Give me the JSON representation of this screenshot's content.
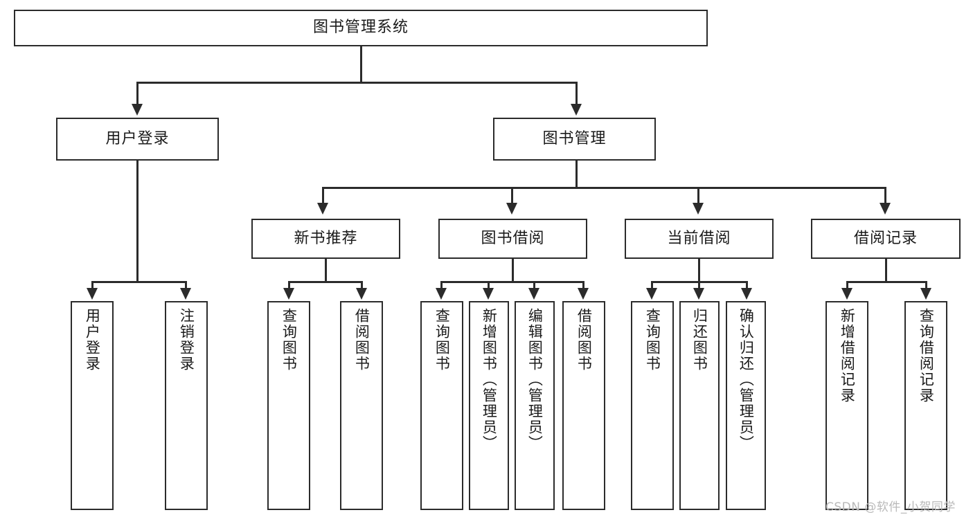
{
  "diagram": {
    "type": "tree-hierarchy",
    "title": "图书管理系统",
    "watermark": "CSDN @软件_小贺同学",
    "colors": {
      "stroke": "#2b2b2b",
      "fill": "#ffffff",
      "text": "#1a1a1a",
      "watermark": "#b9b9b9"
    },
    "root": {
      "label": "图书管理系统"
    },
    "level1": [
      {
        "id": "user-login",
        "label": "用户登录"
      },
      {
        "id": "book-management",
        "label": "图书管理"
      }
    ],
    "level2": [
      {
        "id": "new-book-recommend",
        "label": "新书推荐",
        "parent": "book-management"
      },
      {
        "id": "book-borrow",
        "label": "图书借阅",
        "parent": "book-management"
      },
      {
        "id": "current-borrow",
        "label": "当前借阅",
        "parent": "book-management"
      },
      {
        "id": "borrow-record",
        "label": "借阅记录",
        "parent": "book-management"
      }
    ],
    "leaves": {
      "user-login": [
        {
          "id": "leaf-user-login",
          "label": "用户登录"
        },
        {
          "id": "leaf-logout",
          "label": "注销登录"
        }
      ],
      "new-book-recommend": [
        {
          "id": "leaf-query-book-1",
          "label": "查询图书"
        },
        {
          "id": "leaf-borrow-book-1",
          "label": "借阅图书"
        }
      ],
      "book-borrow": [
        {
          "id": "leaf-query-book-2",
          "label": "查询图书"
        },
        {
          "id": "leaf-add-book",
          "label": "新增图书（管理员）"
        },
        {
          "id": "leaf-edit-book",
          "label": "编辑图书（管理员）"
        },
        {
          "id": "leaf-borrow-book-2",
          "label": "借阅图书"
        }
      ],
      "current-borrow": [
        {
          "id": "leaf-query-book-3",
          "label": "查询图书"
        },
        {
          "id": "leaf-return-book",
          "label": "归还图书"
        },
        {
          "id": "leaf-confirm-return",
          "label": "确认归还（管理员）"
        }
      ],
      "borrow-record": [
        {
          "id": "leaf-add-record",
          "label": "新增借阅记录"
        },
        {
          "id": "leaf-query-record",
          "label": "查询借阅记录"
        }
      ]
    }
  }
}
